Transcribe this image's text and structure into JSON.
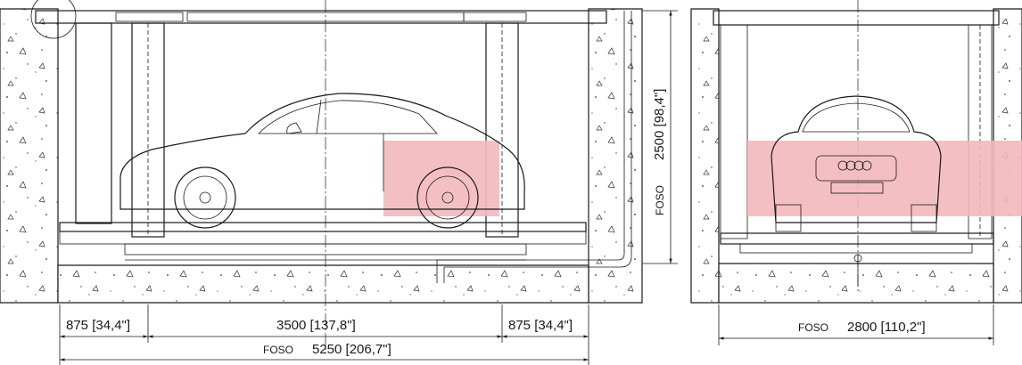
{
  "side_view": {
    "dim_left": "875 [34,4\"]",
    "dim_middle": "3500 [137,8\"]",
    "dim_right": "875 [34,4\"]",
    "total_label": "FOSO",
    "total_value": "5250 [206,7\"]",
    "height_label": "FOSO",
    "height_value": "2500 [98,4\"]"
  },
  "front_view": {
    "width_label": "FOSO",
    "width_value": "2800 [110,2\"]"
  },
  "colors": {
    "highlight": "#f2b8bd",
    "ink": "#1a1a1a"
  }
}
